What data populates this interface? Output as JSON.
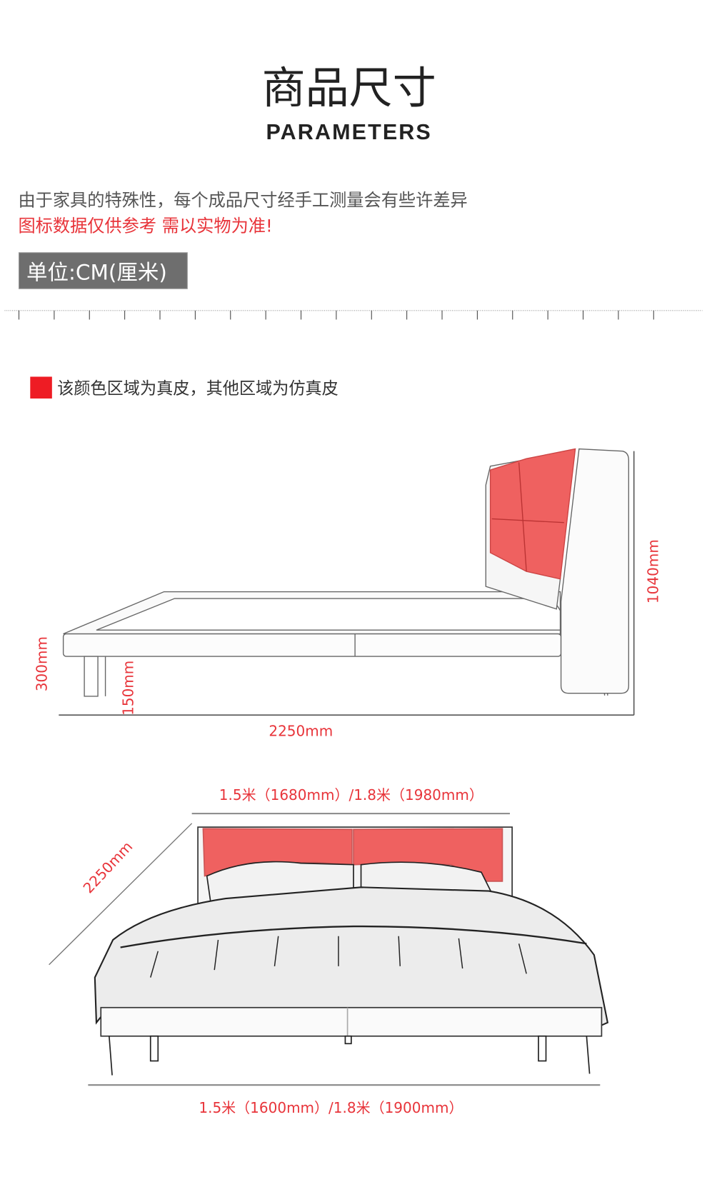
{
  "header": {
    "title_cn": "商品尺寸",
    "title_en": "PARAMETERS"
  },
  "notice": {
    "line1": "由于家具的特殊性，每个成品尺寸经手工测量会有些许差异",
    "line2": "图标数据仅供参考 需以实物为准!"
  },
  "unit_badge": "单位:CM(厘米)",
  "legend": {
    "text": "该颜色区域为真皮，其他区域为仿真皮",
    "swatch_color": "#ee1c24"
  },
  "side_view": {
    "height_total": "1040mm",
    "height_bed": "300mm",
    "height_leg": "150mm",
    "length": "2250mm"
  },
  "front_view": {
    "top_width": "1.5米（1680mm）/1.8米（1980mm）",
    "diagonal_length": "2250mm",
    "bottom_width": "1.5米（1600mm）/1.8米（1900mm）"
  },
  "colors": {
    "accent_red": "#e8343a",
    "leather_red": "#ef6160",
    "text_gray": "#555555",
    "badge_gray": "#6e6e6e"
  }
}
